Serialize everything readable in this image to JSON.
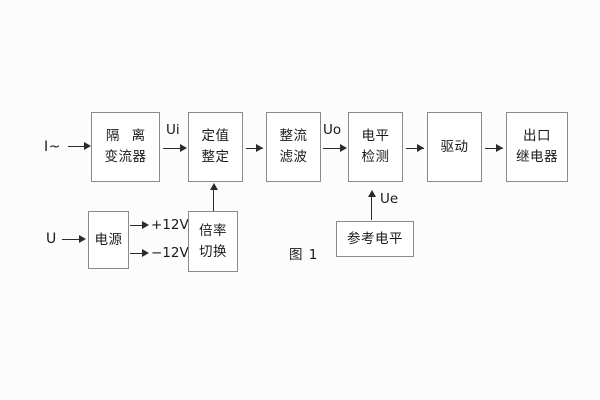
{
  "figure": {
    "caption": "图 1",
    "background_color": "#fcfcfc",
    "line_color": "#2b2b2b",
    "box_border_color": "#8a8a8a"
  },
  "inputs": [
    {
      "id": "current-input",
      "label": "I~"
    },
    {
      "id": "voltage-input",
      "label": "U"
    }
  ],
  "blocks": [
    {
      "id": "isolating-transformer",
      "line1": "隔 离",
      "line2": "变流器"
    },
    {
      "id": "setting-value",
      "line1": "定值",
      "line2": "整定"
    },
    {
      "id": "rectifier-filter",
      "line1": "整流",
      "line2": "滤波"
    },
    {
      "id": "level-detection",
      "line1": "电平",
      "line2": "检测"
    },
    {
      "id": "driver",
      "line1": "驱动",
      "line2": ""
    },
    {
      "id": "output-relay",
      "line1": "出口",
      "line2": "继电器"
    },
    {
      "id": "power-supply",
      "line1": "电源",
      "line2": ""
    },
    {
      "id": "multiplier-switch",
      "line1": "倍率",
      "line2": "切换"
    },
    {
      "id": "reference-level",
      "line1": "参考电平",
      "line2": ""
    }
  ],
  "signals": [
    {
      "id": "ui-signal",
      "label": "Ui"
    },
    {
      "id": "uo-signal",
      "label": "Uo"
    },
    {
      "id": "ue-signal",
      "label": "Ue"
    }
  ],
  "rails": [
    {
      "id": "rail-positive",
      "label": "+12V"
    },
    {
      "id": "rail-negative",
      "label": "−12V"
    }
  ]
}
